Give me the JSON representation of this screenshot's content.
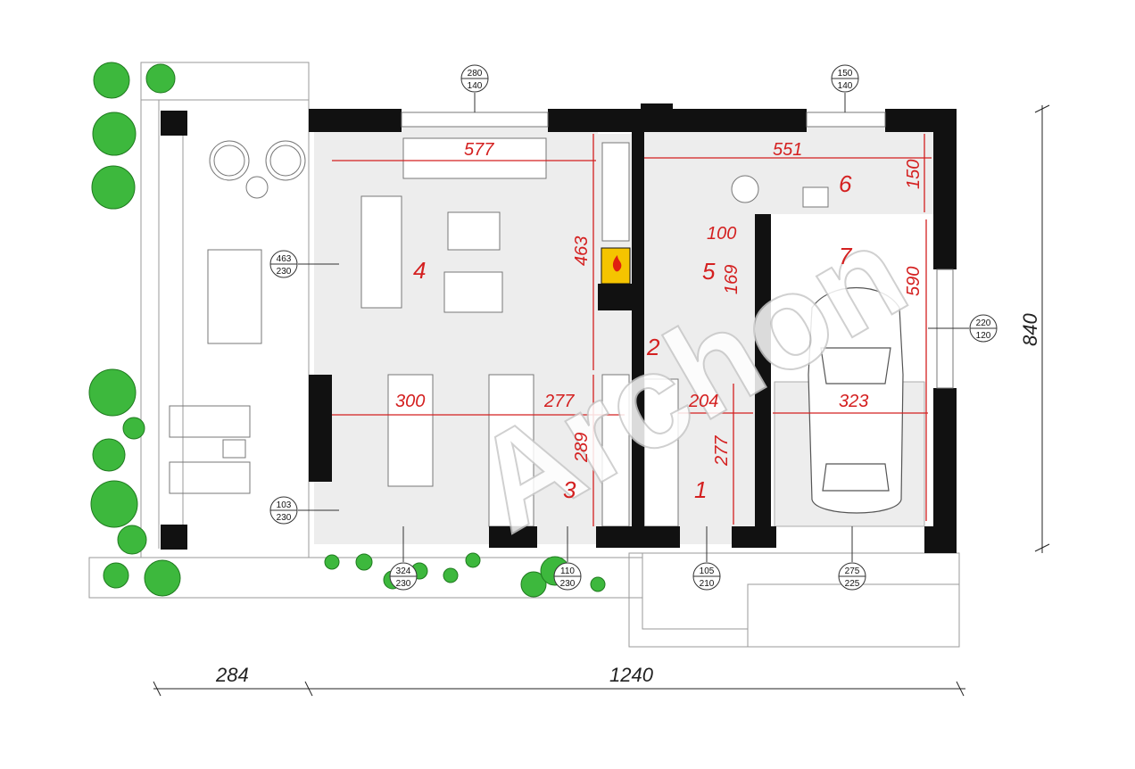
{
  "watermark": "Archon",
  "rooms": [
    {
      "id": "1",
      "label": "1"
    },
    {
      "id": "2",
      "label": "2"
    },
    {
      "id": "3",
      "label": "3"
    },
    {
      "id": "4",
      "label": "4"
    },
    {
      "id": "5",
      "label": "5"
    },
    {
      "id": "6",
      "label": "6"
    },
    {
      "id": "7",
      "label": "7"
    }
  ],
  "dimensions_inner": {
    "living_width": "577",
    "living_depth": "463",
    "dining_width": "300",
    "kitchen_width": "277",
    "kitchen_depth": "289",
    "hall_width": "204",
    "hall_depth": "277",
    "bath_width": "100",
    "bath_depth": "169",
    "utility_width": "551",
    "utility_depth": "150",
    "garage_width": "323",
    "garage_depth": "590"
  },
  "dimensions_outer": {
    "terrace": "284",
    "total_width": "1240",
    "total_depth": "840"
  },
  "window_tags": [
    {
      "top": "280",
      "bottom": "140"
    },
    {
      "top": "150",
      "bottom": "140"
    },
    {
      "top": "463",
      "bottom": "230"
    },
    {
      "top": "220",
      "bottom": "120"
    },
    {
      "top": "103",
      "bottom": "230"
    },
    {
      "top": "324",
      "bottom": "230"
    },
    {
      "top": "110",
      "bottom": "230"
    },
    {
      "top": "105",
      "bottom": "210"
    },
    {
      "top": "275",
      "bottom": "225"
    }
  ],
  "colors": {
    "wall": "#111111",
    "floor": "#ededed",
    "dimension": "#d42020",
    "plant": "#3db83d",
    "fireplace": "#f5c400"
  }
}
